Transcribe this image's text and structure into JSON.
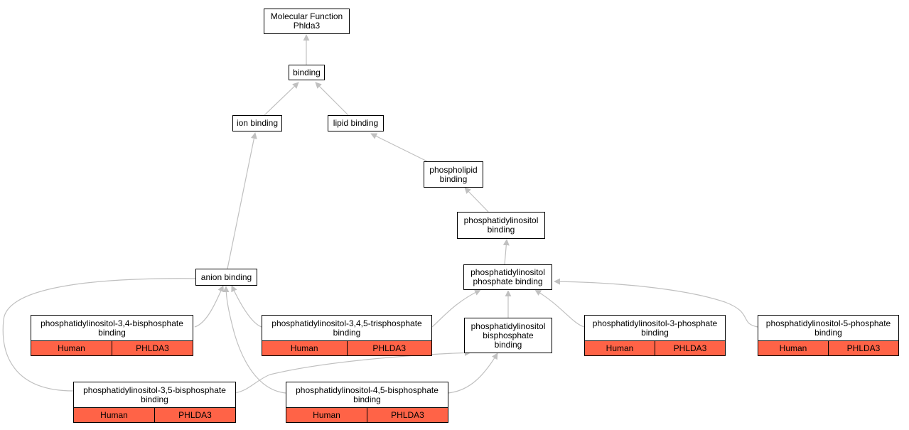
{
  "diagram": {
    "edge_color": "#c0c0c0",
    "annotation_color": "#ff6347",
    "nodes": {
      "root": "Molecular Function\nPhlda3",
      "binding": "binding",
      "ion_binding": "ion binding",
      "lipid_binding": "lipid binding",
      "phospholipid_binding": "phospholipid\nbinding",
      "phosphatidylinositol_binding": "phosphatidylinositol\nbinding",
      "anion_binding": "anion binding",
      "pi_phosphate_binding": "phosphatidylinositol\nphosphate binding",
      "pi_bisphosphate_binding": "phosphatidylinositol\nbisphosphate\nbinding"
    },
    "leaves": {
      "pi34": {
        "label": "phosphatidylinositol-3,4-bisphosphate\nbinding",
        "species": "Human",
        "gene": "PHLDA3"
      },
      "pi345": {
        "label": "phosphatidylinositol-3,4,5-trisphosphate\nbinding",
        "species": "Human",
        "gene": "PHLDA3"
      },
      "pi3": {
        "label": "phosphatidylinositol-3-phosphate\nbinding",
        "species": "Human",
        "gene": "PHLDA3"
      },
      "pi5": {
        "label": "phosphatidylinositol-5-phosphate\nbinding",
        "species": "Human",
        "gene": "PHLDA3"
      },
      "pi35": {
        "label": "phosphatidylinositol-3,5-bisphosphate\nbinding",
        "species": "Human",
        "gene": "PHLDA3"
      },
      "pi45": {
        "label": "phosphatidylinositol-4,5-bisphosphate\nbinding",
        "species": "Human",
        "gene": "PHLDA3"
      }
    }
  }
}
